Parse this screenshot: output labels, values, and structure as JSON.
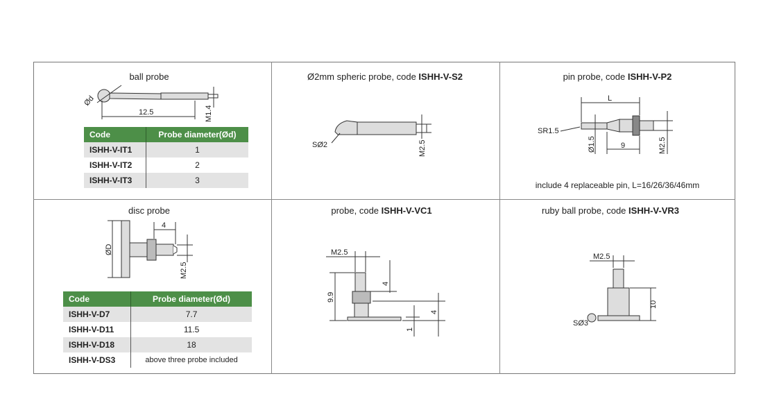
{
  "cells": [
    {
      "title": "ball probe",
      "dims": {
        "d": "Ød",
        "len": "12.5",
        "thread": "M1.4"
      },
      "table": {
        "headers": [
          "Code",
          "Probe diameter(Ød)"
        ],
        "rows": [
          [
            "ISHH-V-IT1",
            "1"
          ],
          [
            "ISHH-V-IT2",
            "2"
          ],
          [
            "ISHH-V-IT3",
            "3"
          ]
        ]
      }
    },
    {
      "title": "Ø2mm spheric probe, code ",
      "code": "ISHH-V-S2",
      "dims": {
        "sphere": "SØ2",
        "thread": "M2.5"
      }
    },
    {
      "title": "pin probe, code ",
      "code": "ISHH-V-P2",
      "dims": {
        "L": "L",
        "sr": "SR1.5",
        "d": "Ø1.5",
        "nine": "9",
        "thread": "M2.5"
      },
      "note": "include 4 replaceable pin, L=16/26/36/46mm"
    },
    {
      "title": "disc probe",
      "dims": {
        "D": "ØD",
        "four": "4",
        "thread": "M2.5"
      },
      "table": {
        "headers": [
          "Code",
          "Probe diameter(Ød)"
        ],
        "rows": [
          [
            "ISHH-V-D7",
            "7.7"
          ],
          [
            "ISHH-V-D11",
            "11.5"
          ],
          [
            "ISHH-V-D18",
            "18"
          ],
          [
            "ISHH-V-DS3",
            "above three probe included"
          ]
        ]
      }
    },
    {
      "title": "probe, code ",
      "code": "ISHH-V-VC1",
      "dims": {
        "thread": "M2.5",
        "h": "9.9",
        "a": "4",
        "b": "4",
        "c": "1"
      }
    },
    {
      "title": "ruby ball probe, code ",
      "code": "ISHH-V-VR3",
      "dims": {
        "thread": "M2.5",
        "h": "10",
        "sphere": "SØ3"
      }
    }
  ]
}
